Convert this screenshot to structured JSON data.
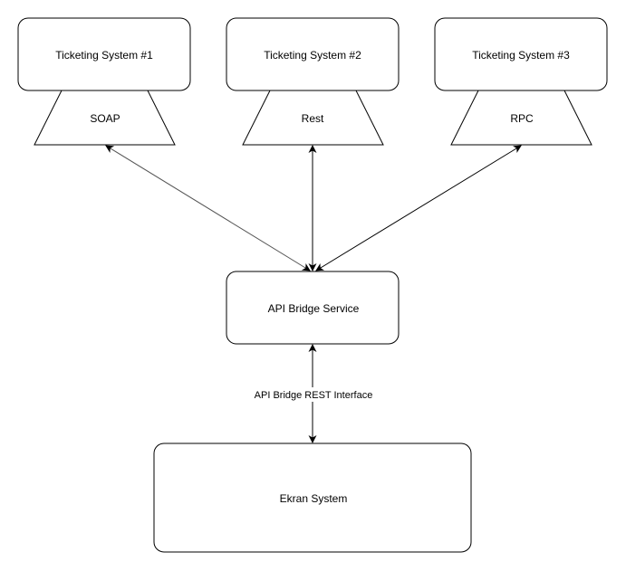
{
  "colors": {
    "stroke": "#000000",
    "stroke_light": "#555555",
    "fill": "#ffffff",
    "background": "#ffffff"
  },
  "systems": [
    {
      "label": "Ticketing System #1",
      "protocol": "SOAP"
    },
    {
      "label": "Ticketing System #2",
      "protocol": "Rest"
    },
    {
      "label": "Ticketing System #3",
      "protocol": "RPC"
    }
  ],
  "bridge": {
    "label": "API Bridge Service"
  },
  "interface": {
    "label": "API Bridge REST Interface"
  },
  "ekran": {
    "label": "Ekran System"
  }
}
